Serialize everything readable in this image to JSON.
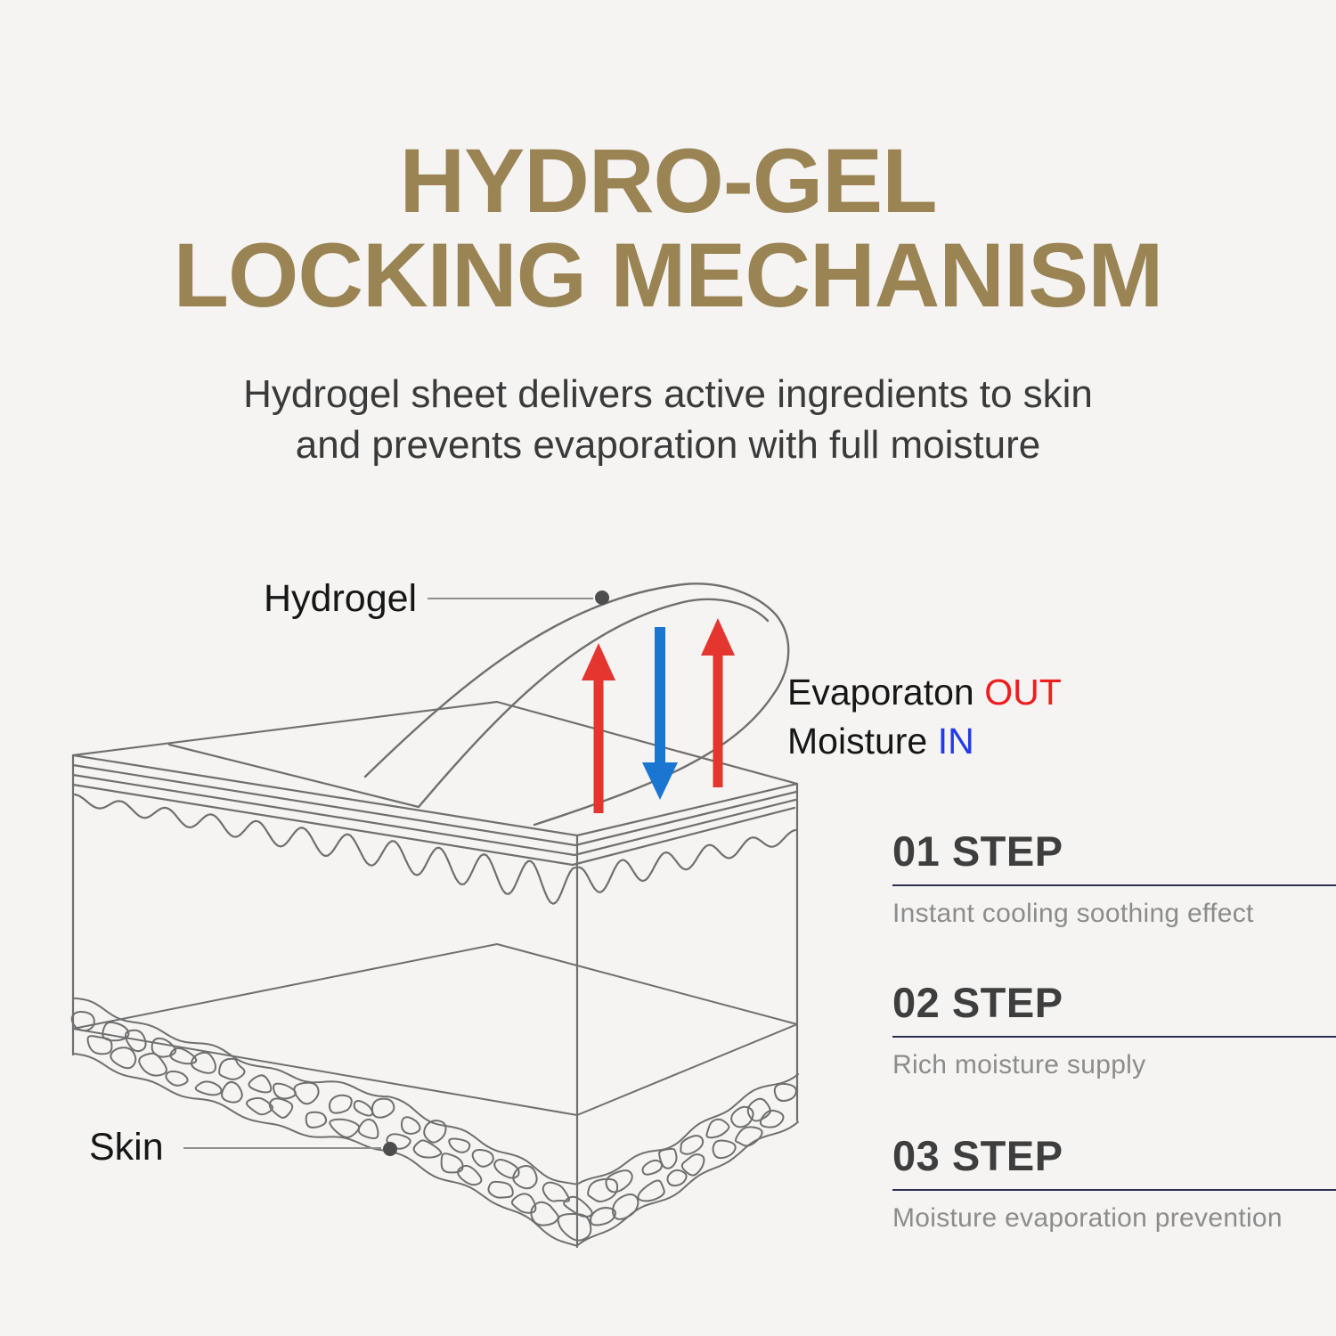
{
  "page": {
    "background": "#f5f4f2"
  },
  "header": {
    "title_line1": "HYDRO-GEL",
    "title_line2": "LOCKING MECHANISM",
    "title_color": "#9b8454",
    "subtitle_line1": "Hydrogel sheet delivers active ingredients to skin",
    "subtitle_line2": "and prevents evaporation with full moisture"
  },
  "diagram": {
    "hydrogel_label": "Hydrogel",
    "skin_label": "Skin",
    "evaporation": {
      "label": "Evaporaton",
      "direction": "OUT",
      "direction_color": "#f01d1d"
    },
    "moisture": {
      "label": "Moisture",
      "direction": "IN",
      "direction_color": "#2239ee"
    },
    "arrow_up_color": "#e5352f",
    "arrow_down_color": "#1b76d2",
    "line_color": "#6f6f6f"
  },
  "steps": [
    {
      "title": "01 STEP",
      "description": "Instant cooling soothing effect"
    },
    {
      "title": "02 STEP",
      "description": "Rich moisture supply"
    },
    {
      "title": "03 STEP",
      "description": "Moisture evaporation prevention"
    }
  ],
  "colors": {
    "step_divider": "#2e2e52",
    "step_title": "#3e3e3e",
    "step_description": "#8c8c8c"
  }
}
